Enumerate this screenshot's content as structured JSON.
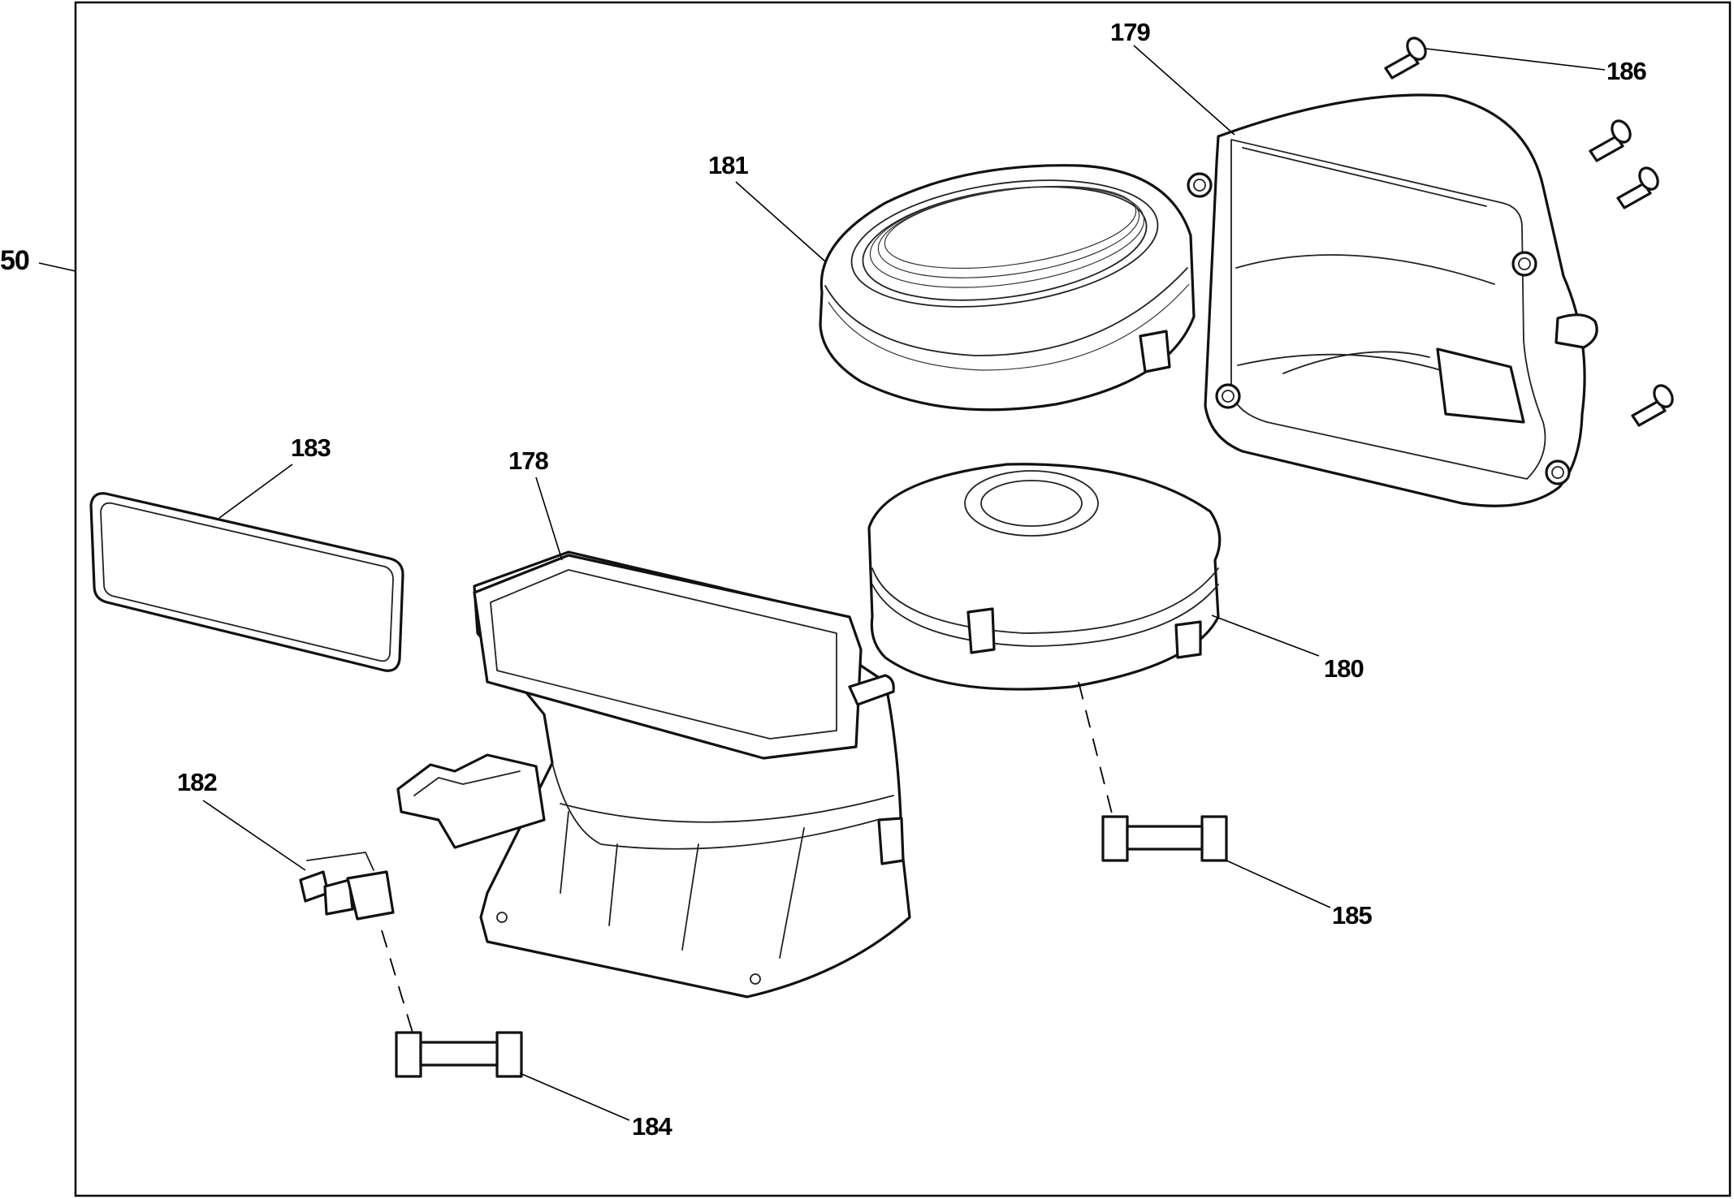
{
  "figure": {
    "group_label": "50",
    "parts": [
      {
        "ref": "178"
      },
      {
        "ref": "179"
      },
      {
        "ref": "180"
      },
      {
        "ref": "181"
      },
      {
        "ref": "182"
      },
      {
        "ref": "183"
      },
      {
        "ref": "184"
      },
      {
        "ref": "185"
      },
      {
        "ref": "186"
      }
    ]
  },
  "colors": {
    "line": "#111111",
    "background": "#ffffff"
  }
}
